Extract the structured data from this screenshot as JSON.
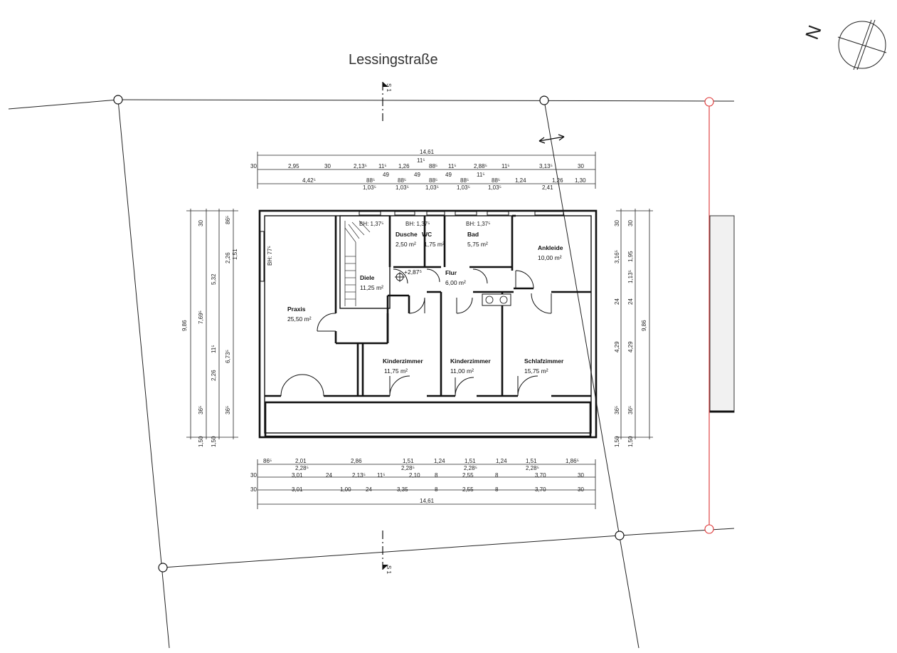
{
  "street_name": "Lessingstraße",
  "north_label": "N",
  "section_marks": {
    "top": "S 1",
    "bottom": "S 1"
  },
  "rooms": [
    {
      "name": "Praxis",
      "area": "25,50 m²"
    },
    {
      "name": "Diele",
      "area": "11,25 m²"
    },
    {
      "name": "Dusche",
      "area": "2,50 m²"
    },
    {
      "name": "WC",
      "area": "1,75 m²"
    },
    {
      "name": "Bad",
      "area": "5,75 m²"
    },
    {
      "name": "Ankleide",
      "area": "10,00 m²"
    },
    {
      "name": "Flur",
      "area": "6,00 m²"
    },
    {
      "name": "Kinderzimmer",
      "area": "11,75 m²"
    },
    {
      "name": "Kinderzimmer",
      "area": "11,00 m²"
    },
    {
      "name": "Schlafzimmer",
      "area": "15,75 m²"
    }
  ],
  "level_mark": "+2,87⁵",
  "sill_heights": [
    "BH: 1,37⁵",
    "BH: 1,37⁵",
    "BH: 1,37⁵",
    "BH: 77⁵"
  ],
  "dims_top": {
    "total": "14,61",
    "row1": [
      "30",
      "2,95",
      "30",
      "2,13⁵",
      "11⁵",
      "1,26",
      "11⁵",
      "88⁵",
      "11⁵",
      "2,88⁵",
      "11⁵",
      "3,13⁵",
      "30"
    ],
    "row1b": [
      "49",
      "49",
      "49",
      "11⁵"
    ],
    "row2": [
      "4,42⁵",
      "88⁵",
      "88⁵",
      "88⁵",
      "88⁵",
      "88⁵",
      "1,24",
      "1,26",
      "1,30"
    ],
    "row3": [
      "1,03⁵",
      "1,03⁵",
      "1,03⁵",
      "1,03⁵",
      "1,03⁵",
      "2,41"
    ]
  },
  "dims_bottom": {
    "row1": [
      "86⁵",
      "2,01",
      "2,86",
      "1,51",
      "1,24",
      "1,51",
      "1,24",
      "1,51",
      "1,86⁵"
    ],
    "row1b": [
      "2,28⁵",
      "2,28⁵",
      "2,28⁵",
      "2,28⁵"
    ],
    "row2": [
      "30",
      "3,01",
      "24",
      "2,13⁵",
      "11⁵",
      "2,10",
      "8",
      "2,55",
      "8",
      "3,70",
      "30"
    ],
    "row3": [
      "30",
      "3,01",
      "1,00",
      "24",
      "3,35",
      "8",
      "2,55",
      "8",
      "3,70",
      "30"
    ],
    "total": "14,61"
  },
  "dims_left": {
    "total": "9,86",
    "col2": [
      "7,69⁵",
      "6,73⁵"
    ],
    "col3": [
      "30",
      "5,32",
      "11⁵",
      "2,26",
      "36⁵",
      "1,50"
    ],
    "col4": [
      "86⁵",
      "2,26",
      "1,51",
      "36⁵",
      "1,50"
    ]
  },
  "dims_right": {
    "total": "9,86",
    "col1": [
      "30",
      "3,16⁵",
      "24",
      "4,29",
      "36⁵",
      "1,50"
    ],
    "col2": [
      "30",
      "1,95",
      "1,13⁵",
      "24",
      "4,29",
      "36⁵",
      "1,50"
    ]
  }
}
